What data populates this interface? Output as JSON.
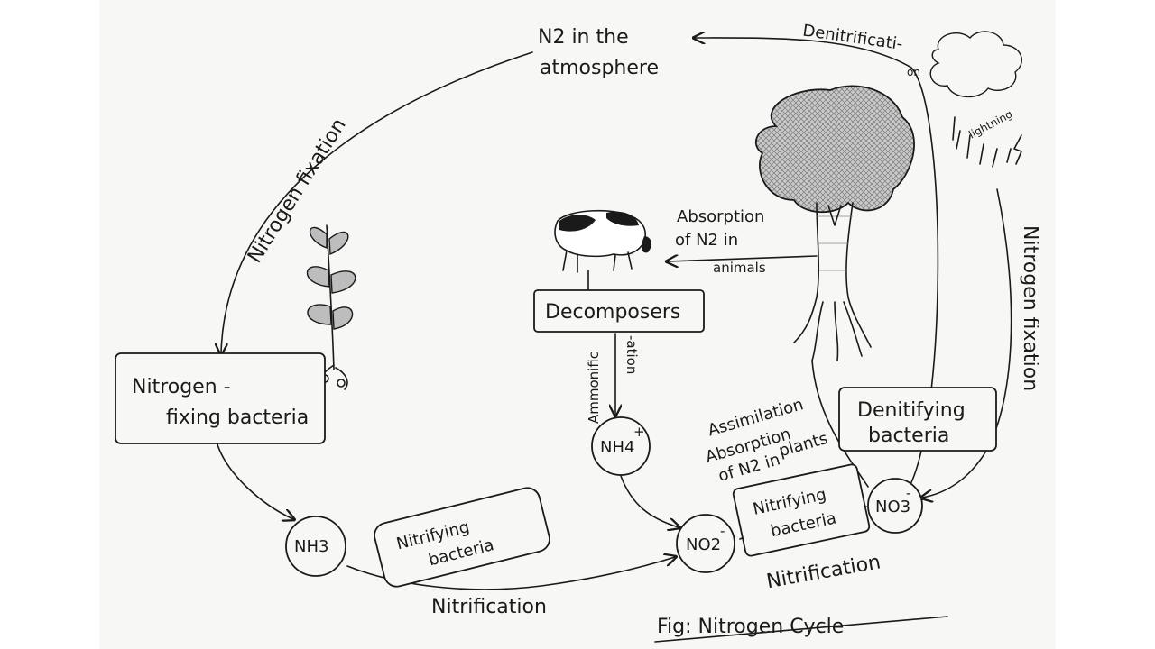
{
  "diagram": {
    "nodes": {
      "atmosphere": {
        "line1": "N2 in the",
        "line2": "atmosphere"
      },
      "fixing_bacteria": {
        "line1": "Nitrogen -",
        "line2": "fixing bacteria"
      },
      "decomposers": {
        "label": "Decomposers"
      },
      "denitrifying_bacteria": {
        "line1": "Denitifying",
        "line2": "bacteria"
      },
      "nh3": {
        "label": "NH3"
      },
      "nh4": {
        "label": "NH4",
        "sup": "+"
      },
      "no2": {
        "label": "NO2",
        "sup": "-"
      },
      "no3": {
        "label": "NO3",
        "sup": "-"
      },
      "nitrifying_1": {
        "line1": "Nitrifying",
        "line2": "bacteria"
      },
      "nitrifying_2": {
        "line1": "Nitrifying",
        "line2": "bacteria"
      }
    },
    "edges": {
      "fixation_left": "Nitrogen fixation",
      "fixation_right": "Nitrogen fixation",
      "denitrification": {
        "part1": "Denitrificati-",
        "part2": "on"
      },
      "ammonification": {
        "part1": "Ammonific",
        "part2": "-ation"
      },
      "absorption_animals": {
        "line1": "Absorption",
        "line2": "of N2 in",
        "line3": "animals"
      },
      "assimilation": "Assimilation",
      "absorption_plants": {
        "line1": "Absorption",
        "line2": "of N2 in",
        "line3": "plants"
      },
      "nitrification_bottom": "Nitrification",
      "nitrification_right": "Nitrification",
      "lightning": "lightning"
    },
    "caption": "Fig: Nitrogen Cycle"
  }
}
